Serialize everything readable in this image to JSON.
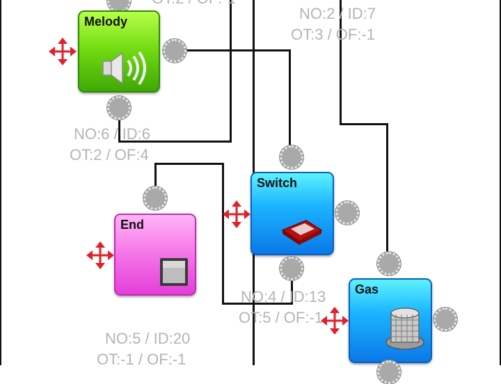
{
  "nodes": [
    {
      "title": "Melody",
      "icon": "speaker-icon"
    },
    {
      "title": "Switch",
      "icon": "switch-icon"
    },
    {
      "title": "End",
      "icon": "stop-icon"
    },
    {
      "title": "Gas",
      "icon": "gas-sensor-icon"
    }
  ],
  "labels": {
    "top_left_cut": "OT:2 / OF:-1",
    "top_right_line1": "NO:2 / ID:7",
    "top_right_line2": "OT:3 / OF:-1",
    "melody_line1": "NO:6 / ID:6",
    "melody_line2": "OT:2 / OF:4",
    "switch_line1": "NO:4 / ID:13",
    "switch_line2": "OT:5 / OF:-1",
    "end_line1": "NO:5 / ID:20",
    "end_line2": "OT:-1 / OF:-1"
  },
  "colors": {
    "wire": "#111111",
    "label": "#b4b4b4",
    "move_icon": "#e0202a",
    "port": "#a9a9a9"
  }
}
